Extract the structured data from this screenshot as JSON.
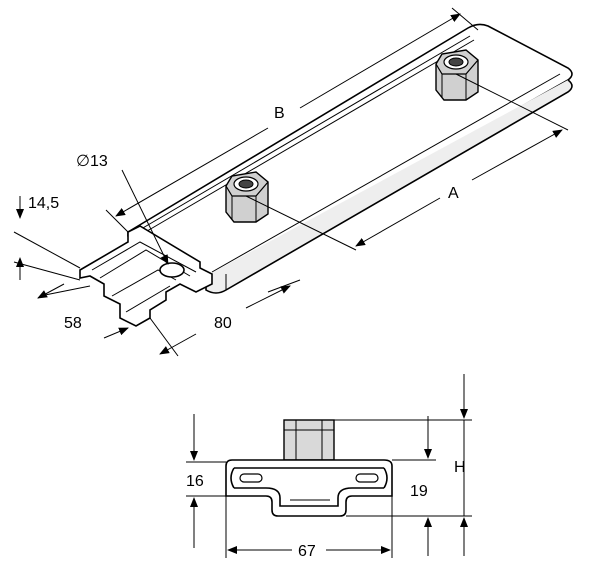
{
  "drawing": {
    "labels": {
      "B": "B",
      "A": "A",
      "diameter": "∅13",
      "height_iso": "14,5",
      "width_58": "58",
      "width_80": "80",
      "h16": "16",
      "h19": "19",
      "H": "H",
      "w67": "67"
    },
    "colors": {
      "line": "#000000",
      "fill": "#ffffff",
      "shade": "#d9d9d9"
    }
  }
}
